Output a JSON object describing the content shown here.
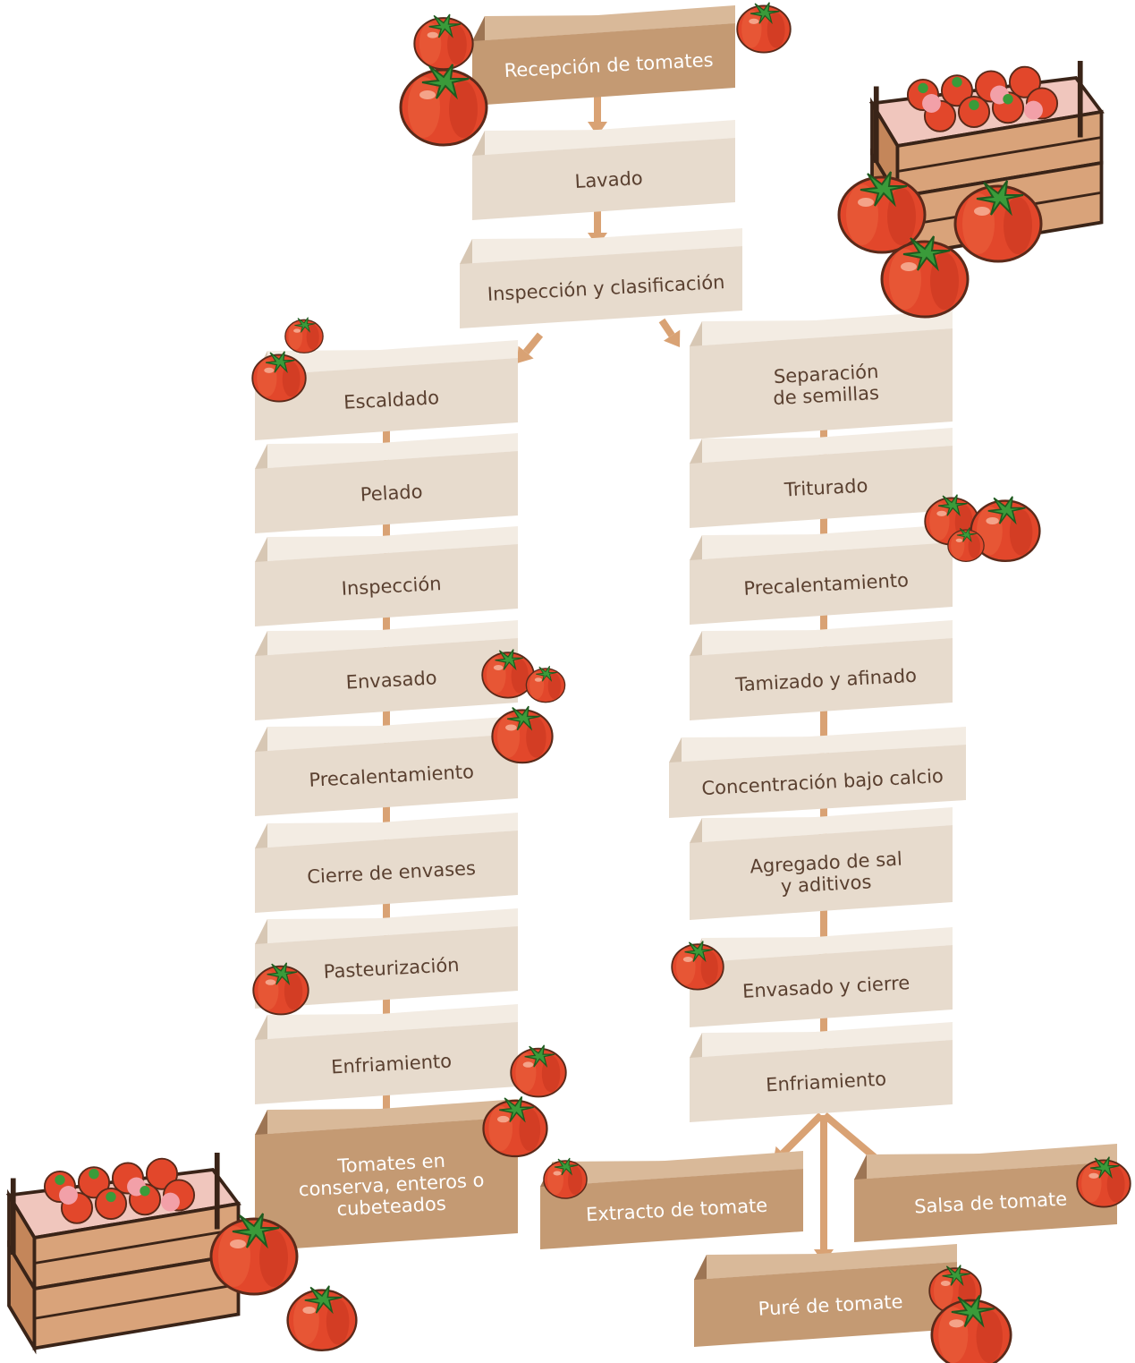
{
  "diagram": {
    "start": "Recepción de tomates",
    "common": [
      "Lavado",
      "Inspección y clasificación"
    ],
    "left_branch": [
      "Escaldado",
      "Pelado",
      "Inspección",
      "Envasado",
      "Precalentamiento",
      "Cierre de envases",
      "Pasteurización",
      "Enfriamiento"
    ],
    "left_product": [
      "Tomates en",
      "conserva, enteros o",
      "cubeteados"
    ],
    "right_branch": [
      [
        "Separación",
        "de semillas"
      ],
      "Triturado",
      "Precalentamiento",
      "Tamizado y afinado",
      "Concentración bajo calcio",
      [
        "Agregado de sal",
        "y aditivos"
      ],
      "Envasado y cierre",
      "Enfriamiento"
    ],
    "right_products": [
      "Extracto de tomate",
      "Salsa de tomate",
      "Puré de tomate"
    ]
  },
  "colors": {
    "light_box_front": "#e7dbcd",
    "light_box_top": "#f3ece3",
    "light_box_side": "#d7c7b4",
    "dark_box_front": "#c49a73",
    "dark_box_top": "#d9b999",
    "dark_box_side": "#9d7554",
    "arrow": "#d9a274",
    "text_light": "#5a4030",
    "text_dark": "#ffffff",
    "tomato": "#e2472b",
    "tomato_leaf": "#3a9b3a",
    "crate": "#d9a37a"
  },
  "icons": [
    "tomato-icon",
    "tomato-crate-icon"
  ]
}
